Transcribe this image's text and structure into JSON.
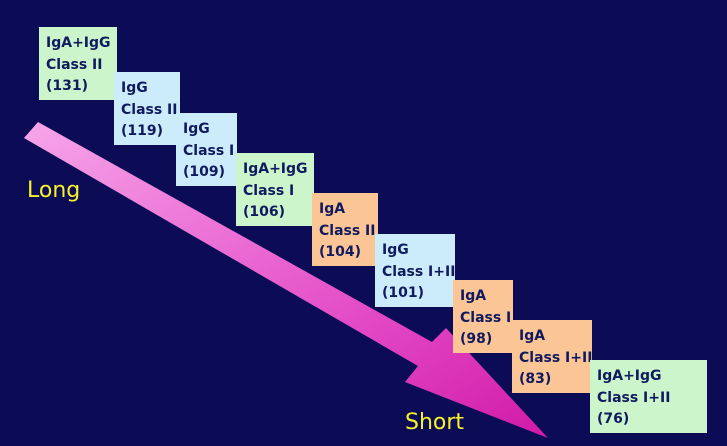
{
  "labels": {
    "long": "Long",
    "short": "Short"
  },
  "boxes": [
    {
      "name": "IgA+IgG",
      "cls": "Class II",
      "count": "(131)",
      "color": "green"
    },
    {
      "name": "IgG",
      "cls": "Class II",
      "count": "(119)",
      "color": "blue"
    },
    {
      "name": "IgG",
      "cls": "Class I",
      "count": "(109)",
      "color": "blue"
    },
    {
      "name": "IgA+IgG",
      "cls": "Class I",
      "count": "(106)",
      "color": "green"
    },
    {
      "name": "IgA",
      "cls": "Class II",
      "count": "(104)",
      "color": "peach"
    },
    {
      "name": "IgG",
      "cls": "Class I+II",
      "count": "(101)",
      "color": "blue"
    },
    {
      "name": "IgA",
      "cls": "Class I",
      "count": "(98)",
      "color": "peach"
    },
    {
      "name": "IgA",
      "cls": "Class I+II",
      "count": "(83)",
      "color": "peach"
    },
    {
      "name": "IgA+IgG",
      "cls": "Class I+II",
      "count": "(76)",
      "color": "green"
    }
  ],
  "colors": {
    "background": "#0c0c56",
    "green": "#ccf5cc",
    "blue": "#ccecfb",
    "peach": "#fbc596",
    "label": "#f7f32a"
  }
}
